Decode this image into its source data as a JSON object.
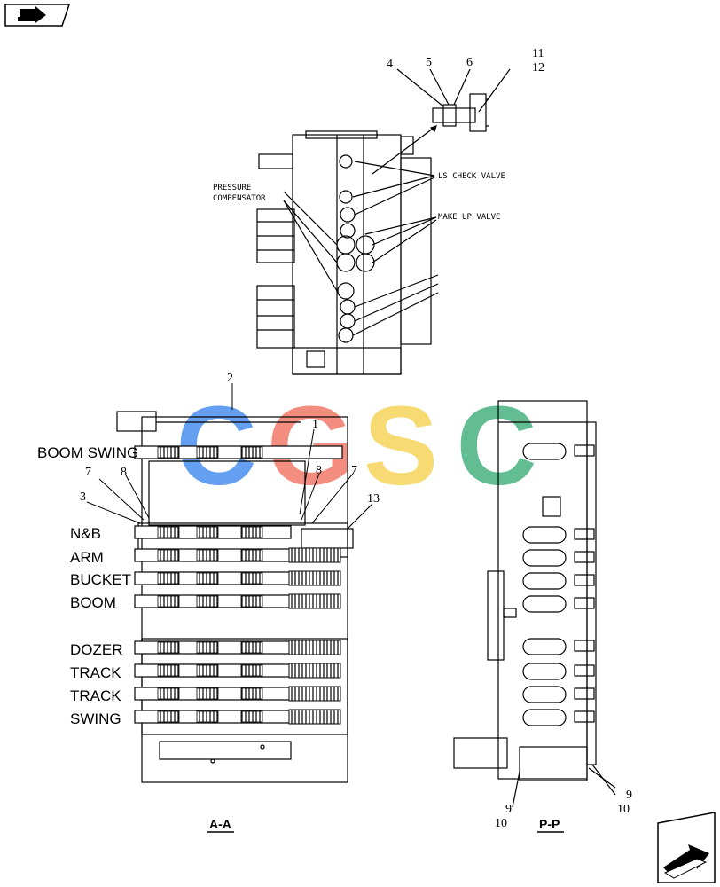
{
  "nav": {
    "back_icon": "back-arrow-icon",
    "next_icon": "next-arrow-icon"
  },
  "watermark": {
    "letters": [
      "C",
      "G",
      "S",
      "C"
    ],
    "colors": [
      "#4a8ff0",
      "#f07a6a",
      "#f7d45a",
      "#47b380"
    ]
  },
  "top_view": {
    "labels": {
      "pressure": "PRESSURE",
      "compensator": "COMPENSATOR",
      "ls_check_valve": "LS CHECK VALVE",
      "make_up_valve": "MAKE UP VALVE"
    }
  },
  "callouts": {
    "c1": "1",
    "c2": "2",
    "c3": "3",
    "c4": "4",
    "c5": "5",
    "c6": "6",
    "c7": "7",
    "c8": "8",
    "c9": "9",
    "c10": "10",
    "c11": "11",
    "c12": "12",
    "c13": "13"
  },
  "section_aa": {
    "title": "A-A",
    "sections": [
      "BOOM SWING",
      "N&B",
      "ARM",
      "BUCKET",
      "BOOM",
      "DOZER",
      "TRACK",
      "TRACK",
      "SWING"
    ]
  },
  "section_pp": {
    "title": "P-P"
  }
}
